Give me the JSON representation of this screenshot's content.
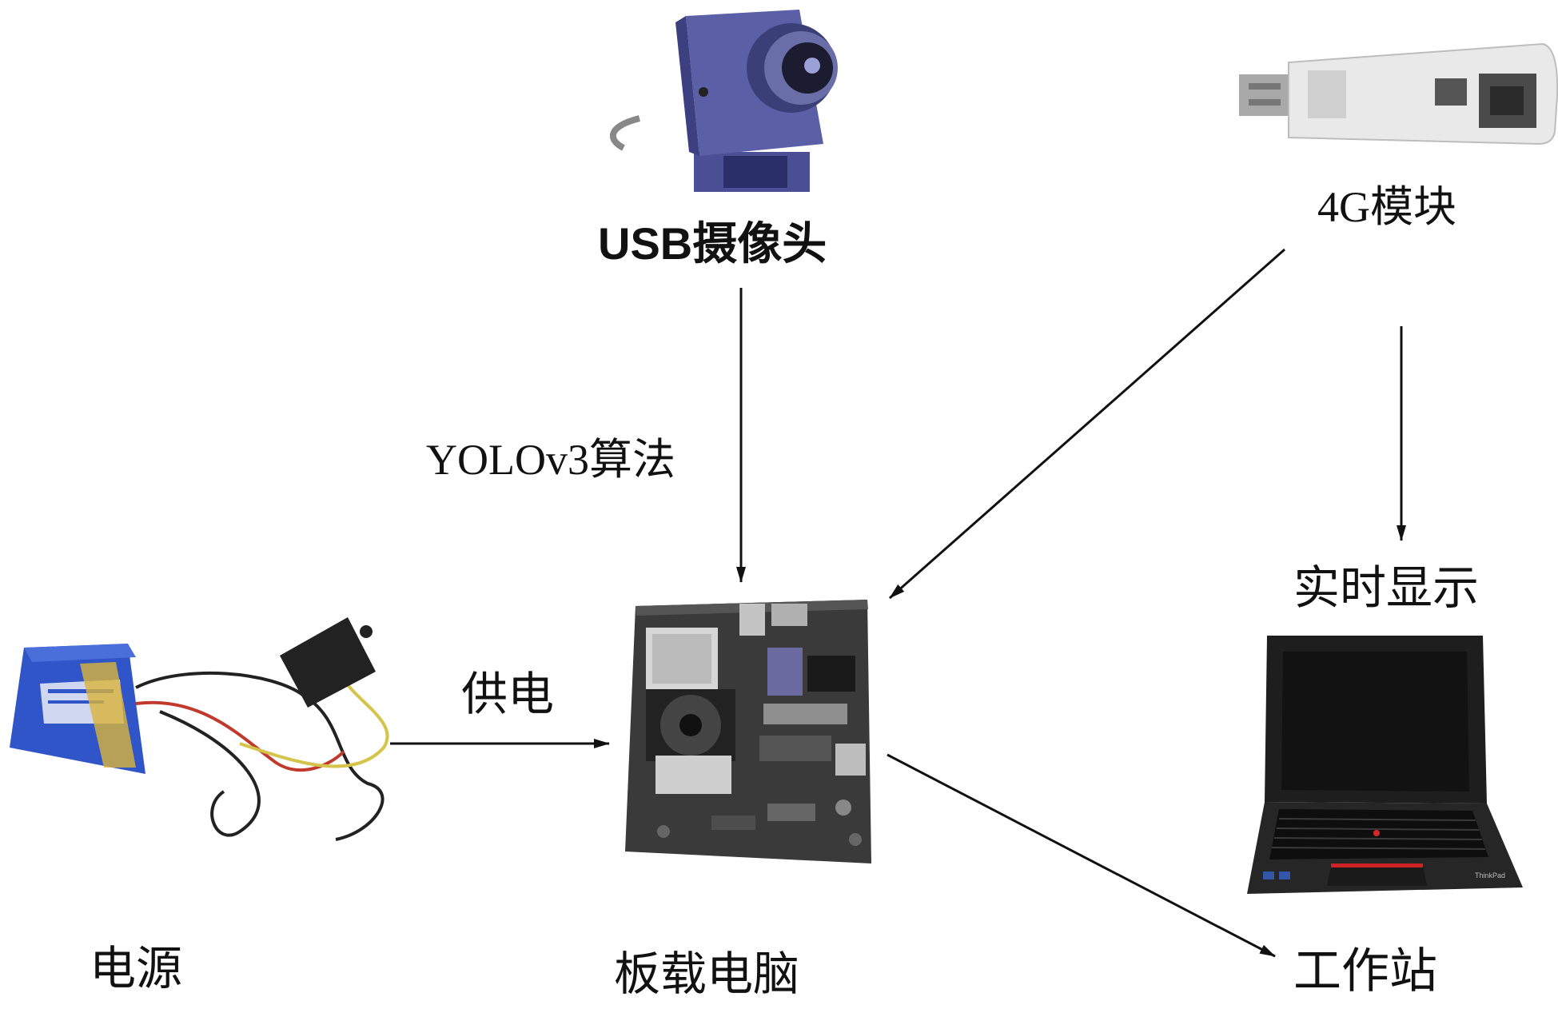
{
  "nodes": {
    "camera": {
      "label": "USB摄像头"
    },
    "modem": {
      "label": "4G模块"
    },
    "power": {
      "label": "电源"
    },
    "board": {
      "label": "板载电脑"
    },
    "workstation": {
      "label": "工作站"
    }
  },
  "edges": {
    "camera_to_board": {
      "label": "YOLOv3算法"
    },
    "power_to_board": {
      "label": "供电"
    },
    "modem_to_workstation": {
      "label": "实时显示"
    }
  },
  "device_print": {
    "laptop_logo": "ThinkPad"
  },
  "colors": {
    "line": "#111111",
    "battery": "#2f55c8",
    "camera_body": "#5b5fa6",
    "board": "#3a3a3a",
    "laptop": "#1e1e1e"
  }
}
